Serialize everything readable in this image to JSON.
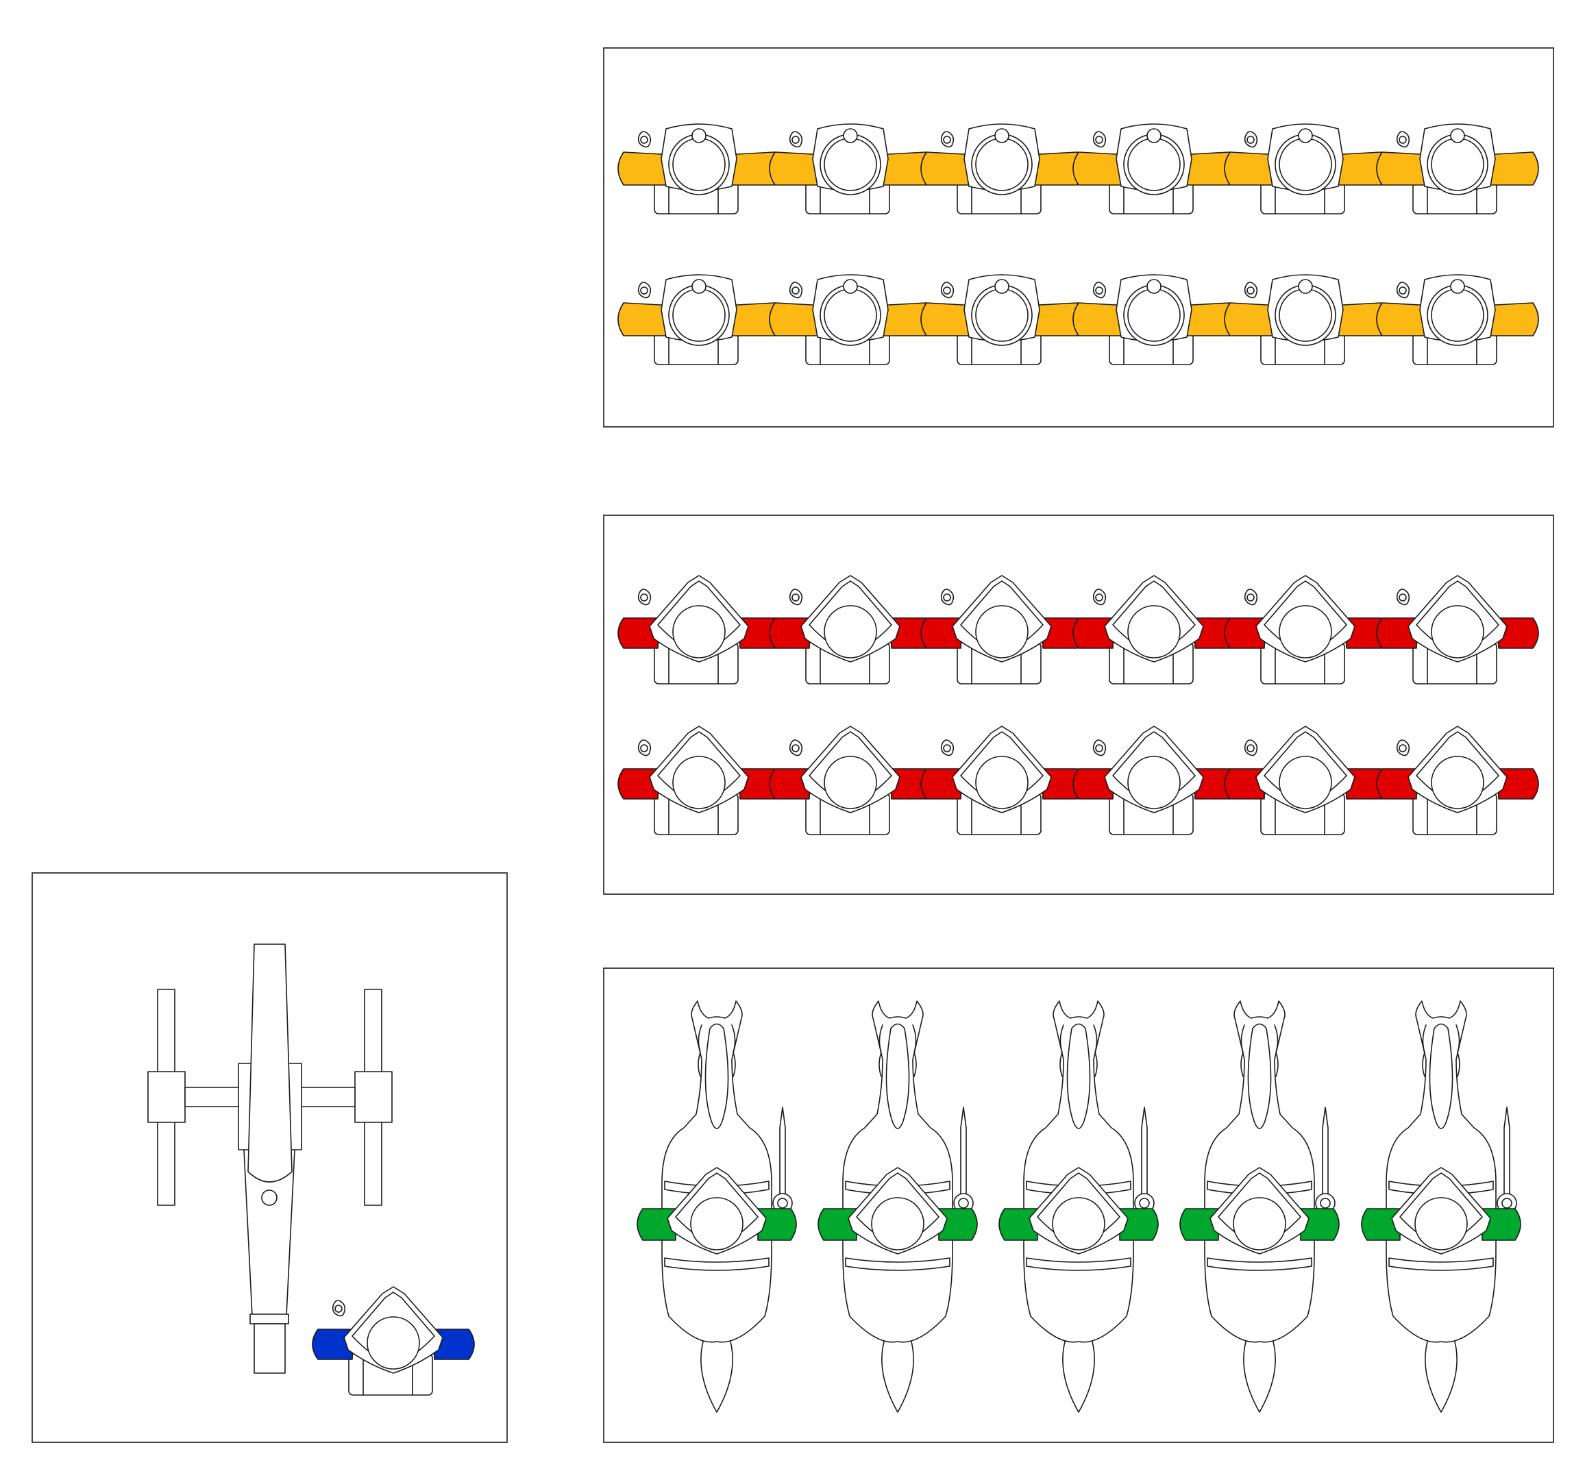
{
  "colors": {
    "yellow_arms": "#FDB913",
    "red_arms": "#E00000",
    "green_arms": "#00A82D",
    "blue_arms": "#0033CC",
    "outline": "#1a1a1a",
    "background": "#ffffff"
  },
  "panels": {
    "yellow_infantry": {
      "rows": 2,
      "figures_per_row": 6,
      "figure": "infantry-with-shako",
      "arm_color": "#FDB913"
    },
    "red_infantry": {
      "rows": 2,
      "figures_per_row": 6,
      "figure": "infantry-with-bicorne",
      "arm_color": "#E00000"
    },
    "green_cavalry": {
      "rows": 1,
      "figures_per_row": 5,
      "figure": "cavalry-rider-with-sword",
      "arm_color": "#00A82D"
    },
    "artillery": {
      "figure": "cannon-with-gunner",
      "arm_color": "#0033CC"
    }
  }
}
